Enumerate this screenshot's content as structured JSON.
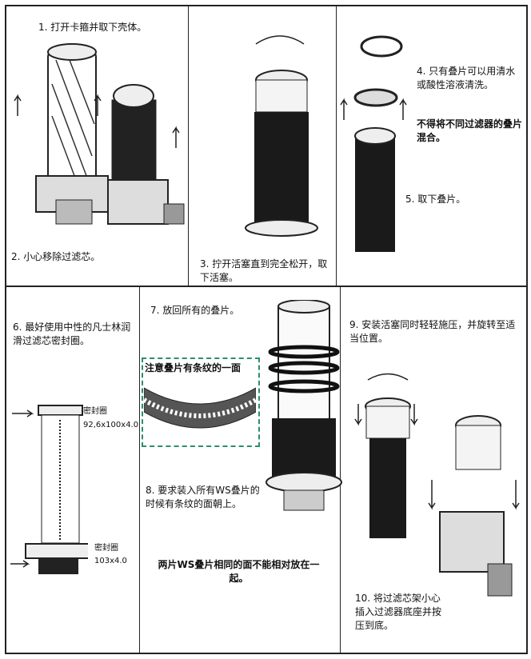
{
  "steps": {
    "s1": "1. 打开卡箍并取下壳体。",
    "s2": "2. 小心移除过滤芯。",
    "s3": "3. 拧开活塞直到完全松开，取下活塞。",
    "s4": "4. 只有叠片可以用清水或酸性溶液清洗。",
    "s4_warning": "不得将不同过滤器的叠片混合。",
    "s5": "5. 取下叠片。",
    "s6": "6. 最好使用中性的凡士林润滑过滤芯密封圈。",
    "s6_seal_top_label": "密封圈",
    "s6_seal_top_size": "92,6x100x4.0",
    "s6_seal_bottom_label": "密封圈",
    "s6_seal_bottom_size": "103x4.0",
    "s7": "7. 放回所有的叠片。",
    "s7_note": "注意叠片有条纹的一面",
    "s8": "8. 要求装入所有WS叠片的时候有条纹的面朝上。",
    "s8_warning": "两片WS叠片相同的面不能相对放在一起。",
    "s9": "9. 安装活塞同时轻轻施压，并旋转至适当位置。",
    "s10": "10. 将过滤芯架小心插入过滤器底座并按压到底。"
  },
  "colors": {
    "border": "#222222",
    "note_dash": "#2a8f6a"
  }
}
